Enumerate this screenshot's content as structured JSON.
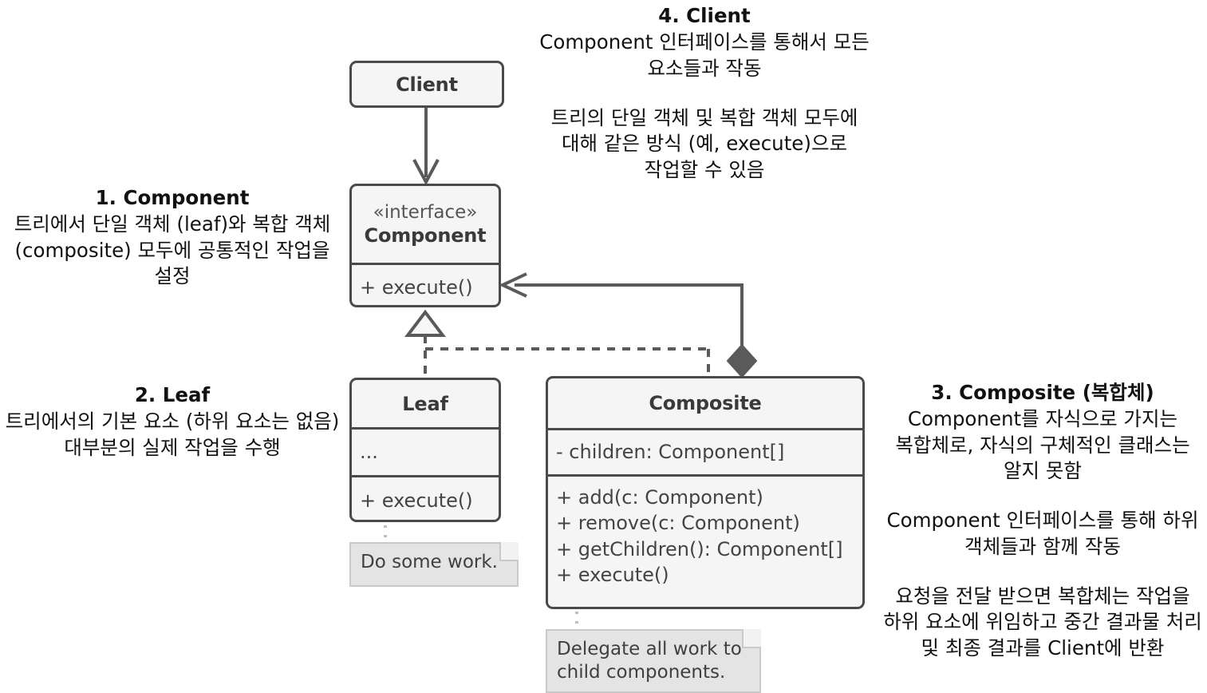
{
  "diagram": {
    "title": "Composite design pattern UML class diagram",
    "colors": {
      "box_fill": "#f5f5f5",
      "box_border": "#4a4a4a",
      "note_fill": "#e4e4e4",
      "note_border": "#c9c9c9",
      "edge": "#5a5a5a",
      "text": "#111111",
      "background": "#ffffff"
    }
  },
  "classes": {
    "client": {
      "name": "Client"
    },
    "component": {
      "stereotype": "«interface»",
      "name": "Component",
      "operations": [
        "+ execute()"
      ]
    },
    "leaf": {
      "name": "Leaf",
      "attributes": [
        "..."
      ],
      "operations": [
        "+ execute()"
      ]
    },
    "composite": {
      "name": "Composite",
      "attributes": [
        "- children: Component[]"
      ],
      "operations": [
        "+ add(c: Component)",
        "+ remove(c: Component)",
        "+ getChildren(): Component[]",
        "+ execute()"
      ]
    }
  },
  "notes": {
    "leaf_note": "Do some work.",
    "composite_note_line1": "Delegate all work to",
    "composite_note_line2": "child components."
  },
  "annotations": {
    "component": {
      "heading": "1. Component",
      "line1": "트리에서 단일 객체 (leaf)와 복합 객체",
      "line2": "(composite) 모두에 공통적인 작업을",
      "line3": "설정"
    },
    "leaf": {
      "heading": "2. Leaf",
      "line1": "트리에서의 기본 요소 (하위 요소는 없음)",
      "line2": "대부분의 실제 작업을 수행"
    },
    "client": {
      "heading": "4. Client",
      "p1_line1": "Component 인터페이스를 통해서 모든",
      "p1_line2": "요소들과 작동",
      "p2_line1": "트리의 단일 객체 및 복합 객체 모두에",
      "p2_line2": "대해 같은 방식 (예, execute)으로",
      "p2_line3": "작업할 수 있음"
    },
    "composite": {
      "heading": "3. Composite (복합체)",
      "p1_line1": "Component를 자식으로 가지는",
      "p1_line2": "복합체로, 자식의 구체적인 클래스는",
      "p1_line3": "알지 못함",
      "p2_line1": "Component 인터페이스를 통해 하위",
      "p2_line2": "객체들과 함께 작동",
      "p3_line1": "요청을 전달 받으면 복합체는 작업을",
      "p3_line2": "하위 요소에 위임하고 중간 결과물 처리",
      "p3_line3": "및 최종 결과를 Client에 반환"
    }
  },
  "relations": [
    {
      "name": "client-uses-component",
      "type": "dependency-arrow",
      "from": "Client",
      "to": "Component",
      "style": "solid",
      "arrowhead": "open"
    },
    {
      "name": "leaf-realizes-component",
      "type": "realization",
      "from": "Leaf",
      "to": "Component",
      "style": "dashed",
      "arrowhead": "hollow-triangle"
    },
    {
      "name": "composite-realizes-component",
      "type": "realization",
      "from": "Composite",
      "to": "Component",
      "style": "dashed",
      "arrowhead": "hollow-triangle"
    },
    {
      "name": "composite-aggregates-component",
      "type": "aggregation",
      "from": "Composite",
      "to": "Component",
      "style": "solid",
      "arrowhead": "open",
      "sourcedecoration": "filled-diamond"
    }
  ]
}
